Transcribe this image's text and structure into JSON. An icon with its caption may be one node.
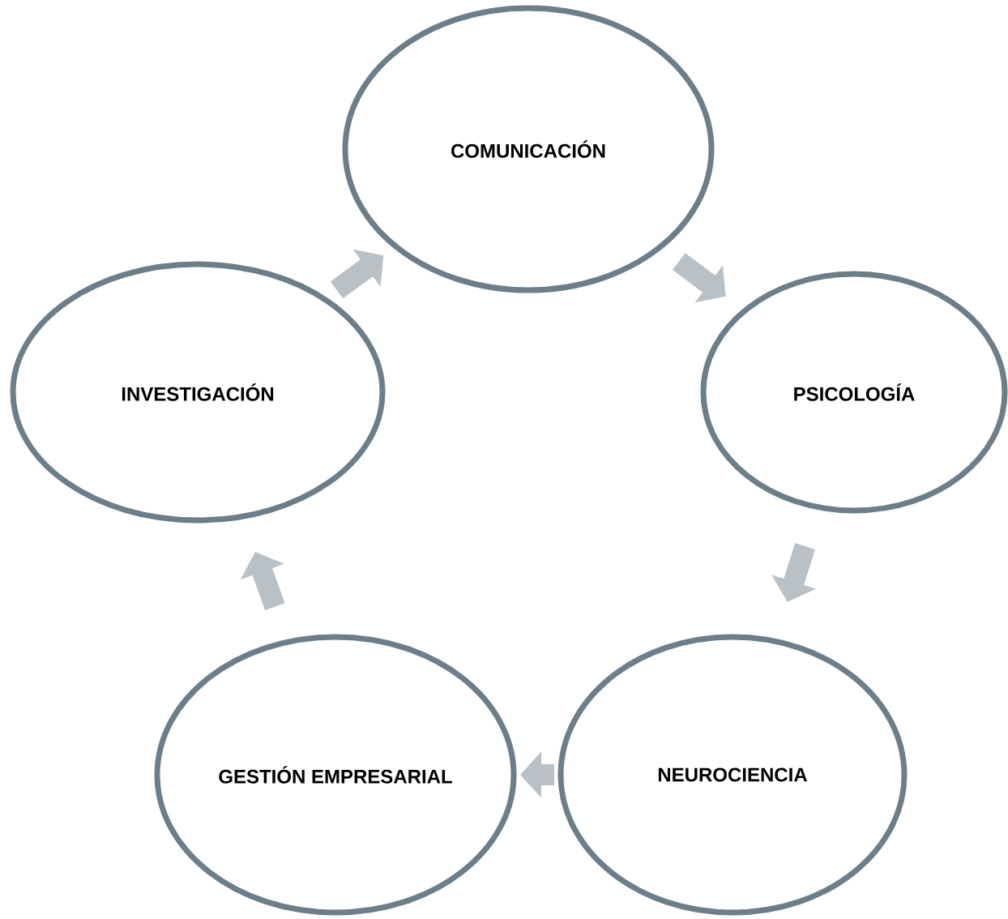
{
  "diagram": {
    "nodes": [
      {
        "text": [
          "COMUNICACIÓN"
        ]
      },
      {
        "text": [
          "PSICOLOGÍA"
        ]
      },
      {
        "text": [
          "NEUROCIENCIA"
        ]
      },
      {
        "text": [
          "GESTIÓN EMPRESARIAL"
        ]
      },
      {
        "text": [
          "INVESTIGACIÓN"
        ]
      }
    ],
    "edges": [
      {
        "from": 0,
        "to": 1,
        "arrow": "to"
      },
      {
        "from": 1,
        "to": 2,
        "arrow": "to"
      },
      {
        "from": 2,
        "to": 3,
        "arrow": "to"
      },
      {
        "from": 3,
        "to": 4,
        "arrow": "to"
      },
      {
        "from": 4,
        "to": 0,
        "arrow": "to"
      }
    ]
  }
}
